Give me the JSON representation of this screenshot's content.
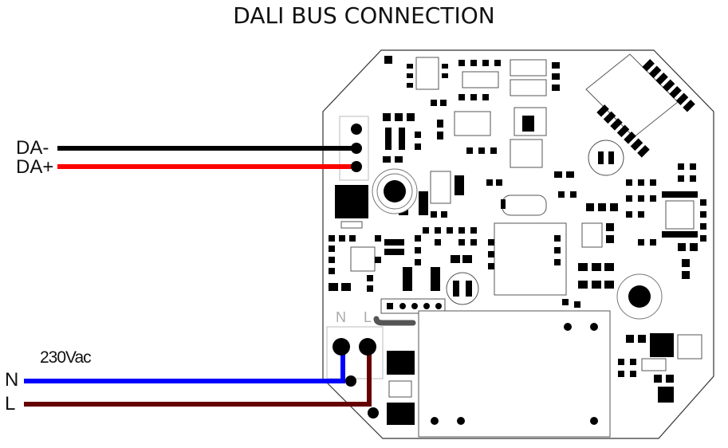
{
  "title": "DALI BUS CONNECTION",
  "wires": {
    "da_minus": {
      "label": "DA-",
      "color": "#000000"
    },
    "da_plus": {
      "label": "DA+",
      "color": "#ff0000"
    },
    "neutral": {
      "label": "N",
      "color": "#0000ff"
    },
    "live": {
      "label": "L",
      "color": "#660000"
    }
  },
  "supply_label": "230Vac",
  "board_labels": {
    "n": "N",
    "l": "L"
  }
}
